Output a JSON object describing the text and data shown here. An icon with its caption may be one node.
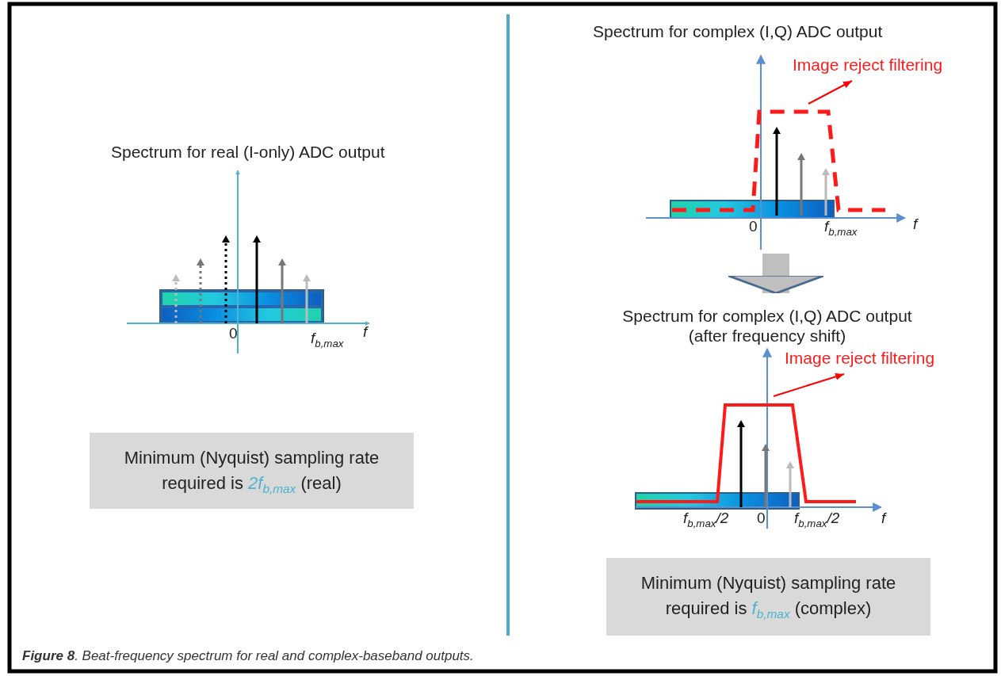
{
  "diagram": {
    "caption": "**Figure 8**. Beat-frequency spectrum for real and complex-baseband outputs.",
    "nodes": [
      {
        "text": [
          "Minimum (Nyquist) sampling rate required is *2f*$_{b,max}$ (real)"
        ]
      },
      {
        "text": [],
        "shape": "picture"
      },
      {
        "text": [],
        "shape": "picture"
      },
      {
        "text": [
          "Image reject filtering"
        ]
      },
      {
        "text": [
          "Image reject filtering"
        ]
      },
      {
        "text": [
          "Minimum (Nyquist) sampling rate required is *f*$_{b,max}$ (complex)"
        ]
      }
    ],
    "edges": [
      {
        "from": 1,
        "to": 2,
        "arrow": "to",
        "style": "thick",
        "color": "#bfbfbf"
      },
      {
        "from": 1,
        "to": 3,
        "arrow": "to",
        "color": "#ff0000"
      },
      {
        "from": 2,
        "to": 4,
        "arrow": "to",
        "color": "#ff0000"
      }
    ],
    "labels": [
      "Spectrum for complex (I,Q) ADC output",
      "Spectrum for real (I-only) ADC output",
      "0",
      "f$_{b,max}$",
      "f",
      "0",
      "f$_{b,max}$",
      "f",
      "Spectrum for complex (I,Q) ADC output (after frequency shift)",
      "f$_{b,max}$/2",
      "0",
      "f$_{b,max}$/2",
      "f"
    ]
  }
}
